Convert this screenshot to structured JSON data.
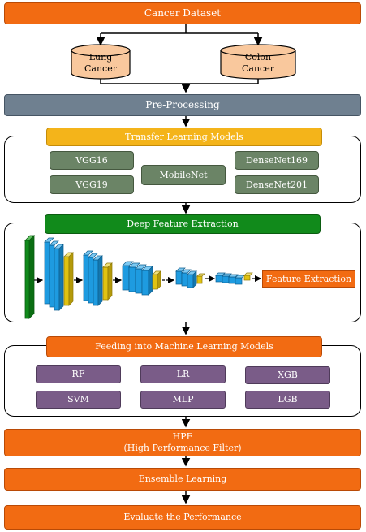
{
  "dataset": {
    "title": "Cancer Dataset",
    "lung_line1": "Lung",
    "lung_line2": "Cancer",
    "colon_line1": "Colon",
    "colon_line2": "Cancer"
  },
  "preprocessing": "Pre-Processing",
  "transfer": {
    "title": "Transfer Learning Models",
    "models": [
      "VGG16",
      "VGG19",
      "MobileNet",
      "DenseNet169",
      "DenseNet201"
    ]
  },
  "feature": {
    "title": "Deep Feature Extraction",
    "output_label": "Feature Extraction"
  },
  "ml": {
    "title": "Feeding into Machine Learning Models",
    "models": [
      "RF",
      "LR",
      "XGB",
      "SVM",
      "MLP",
      "LGB"
    ]
  },
  "hpf": {
    "line1": "HPF",
    "line2": "(High Performance Filter)"
  },
  "ensemble": "Ensemble Learning",
  "evaluate": "Evaluate the Performance",
  "colors": {
    "orange": "#f26b12",
    "slate": "#6f8090",
    "gold": "#f4b41a",
    "green": "#118a1b",
    "sage": "#6b8466",
    "purple": "#7a5c88",
    "blue": "#1e9be0",
    "yellow": "#e0c212",
    "cylinder": "#f9c89d"
  }
}
